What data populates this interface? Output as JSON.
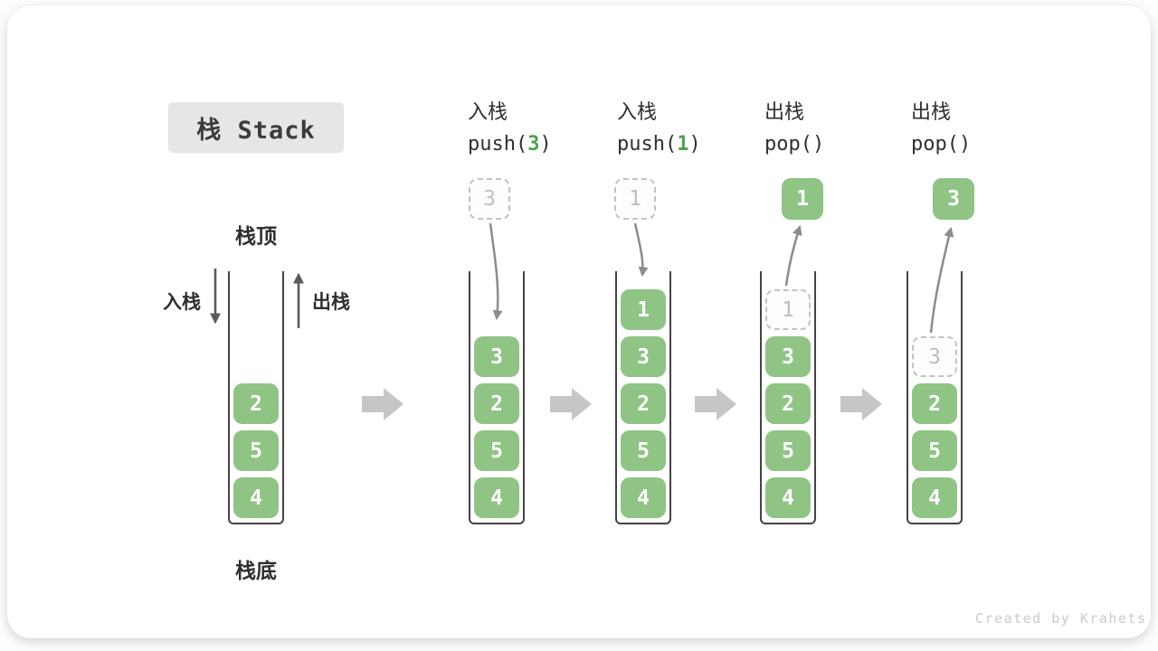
{
  "title": "栈 Stack",
  "watermark": "Created by Krahets",
  "labels": {
    "stack_top": "栈顶",
    "stack_bottom": "栈底",
    "push_side": "入栈",
    "pop_side": "出栈"
  },
  "colors": {
    "green": "#8FC485",
    "code-green": "#52A152",
    "ink": "#2F2F2F",
    "wall": "#444444",
    "ghost-border": "#C2C2C2",
    "ghost-text": "#BDBDBD",
    "flow-arrow": "#C6C6C6",
    "arrow-mid": "#8C8C8C",
    "arrow-dark": "#5A5A5A",
    "title-bg": "#E6E6E6",
    "watermark": "#CACACA"
  },
  "stages": [
    {
      "name": "initial-stack",
      "header": null,
      "operand": null,
      "cells": [
        {
          "value": "2",
          "row": 2
        },
        {
          "value": "5",
          "row": 3
        },
        {
          "value": "4",
          "row": 4
        }
      ]
    },
    {
      "name": "push-3",
      "header": {
        "op": "入栈",
        "pre": "push(",
        "arg": "3",
        "post": ")"
      },
      "operand": {
        "value": "3",
        "style": "ghost"
      },
      "cells": [
        {
          "value": "3",
          "row": 1
        },
        {
          "value": "2",
          "row": 2
        },
        {
          "value": "5",
          "row": 3
        },
        {
          "value": "4",
          "row": 4
        }
      ]
    },
    {
      "name": "push-1",
      "header": {
        "op": "入栈",
        "pre": "push(",
        "arg": "1",
        "post": ")"
      },
      "operand": {
        "value": "1",
        "style": "ghost"
      },
      "cells": [
        {
          "value": "1",
          "row": 0
        },
        {
          "value": "3",
          "row": 1
        },
        {
          "value": "2",
          "row": 2
        },
        {
          "value": "5",
          "row": 3
        },
        {
          "value": "4",
          "row": 4
        }
      ]
    },
    {
      "name": "pop-1",
      "header": {
        "op": "出栈",
        "pre": "pop(",
        "arg": "",
        "post": ")"
      },
      "operand": {
        "value": "1",
        "style": "solid"
      },
      "cells": [
        {
          "value": "1",
          "row": 0,
          "ghost": true
        },
        {
          "value": "3",
          "row": 1
        },
        {
          "value": "2",
          "row": 2
        },
        {
          "value": "5",
          "row": 3
        },
        {
          "value": "4",
          "row": 4
        }
      ]
    },
    {
      "name": "pop-2",
      "header": {
        "op": "出栈",
        "pre": "pop(",
        "arg": "",
        "post": ")"
      },
      "operand": {
        "value": "3",
        "style": "solid"
      },
      "cells": [
        {
          "value": "3",
          "row": 1,
          "ghost": true
        },
        {
          "value": "2",
          "row": 2
        },
        {
          "value": "5",
          "row": 3
        },
        {
          "value": "4",
          "row": 4
        }
      ]
    }
  ]
}
